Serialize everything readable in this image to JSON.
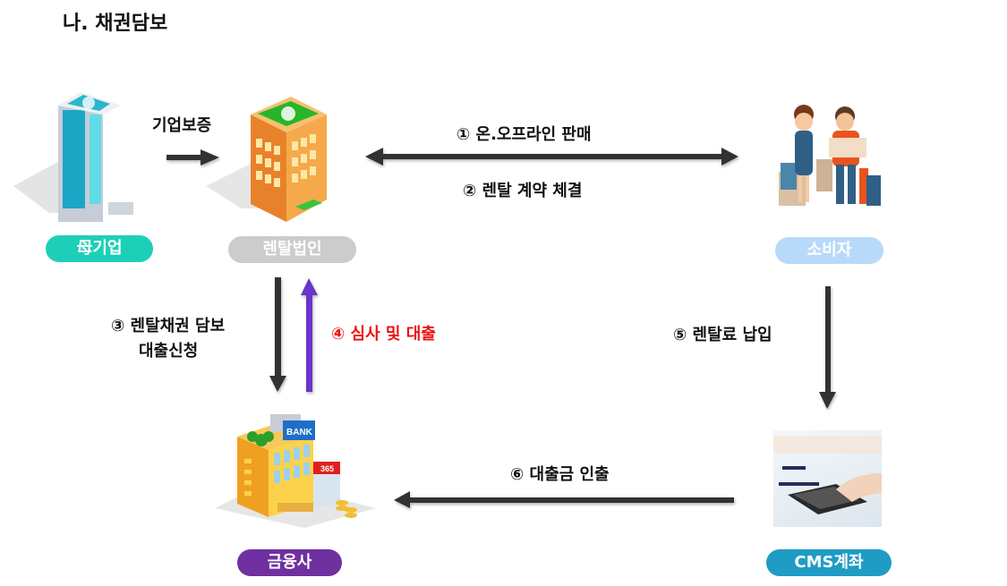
{
  "title": "나. 채권담보",
  "nodes": {
    "parent": {
      "label": "母기업",
      "color": "#1ecfb8",
      "icon": "office-building-blue-icon"
    },
    "rental": {
      "label": "렌탈법인",
      "color": "#cccccc",
      "icon": "office-building-orange-icon"
    },
    "consumer": {
      "label": "소비자",
      "color": "#b8dafa",
      "icon": "shopping-couple-icon"
    },
    "finance": {
      "label": "금융사",
      "color": "#7030a0",
      "icon": "bank-building-icon",
      "sign": "BANK",
      "badge": "365"
    },
    "cms": {
      "label": "CMS계좌",
      "color": "#1f9cc4",
      "icon": "calculator-photo-icon"
    }
  },
  "edges": {
    "guarantee": {
      "label": "기업보증"
    },
    "step1": {
      "label": "① 온.오프라인 판매"
    },
    "step2": {
      "label": "② 렌탈 계약 체결"
    },
    "step3": {
      "line1": "③ 렌탈채권 담보",
      "line2": "대출신청"
    },
    "step4": {
      "label": "④ 심사 및 대출",
      "color": "#ee1111",
      "arrow_color": "#6a35c9"
    },
    "step5": {
      "label": "⑤ 렌탈료 납입"
    },
    "step6": {
      "label": "⑥ 대출금 인출"
    }
  }
}
